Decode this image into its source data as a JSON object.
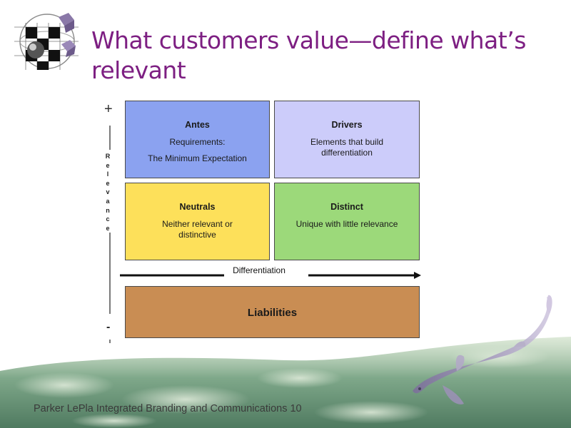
{
  "slide": {
    "title": "What customers value—define what’s relevant",
    "footer": "Parker LePla Integrated Branding and Communications 10"
  },
  "diagram": {
    "y_axis": {
      "label": "Relevance",
      "top_marker": "+",
      "bottom_marker": "-"
    },
    "x_axis": {
      "label": "Differentiation"
    },
    "quadrants": {
      "antes": {
        "heading": "Antes",
        "line1": "Requirements:",
        "line2": "The Minimum Expectation"
      },
      "drivers": {
        "heading": "Drivers",
        "text": "Elements that build\ndifferentiation"
      },
      "neutrals": {
        "heading": "Neutrals",
        "text": "Neither relevant or\ndistinctive"
      },
      "distinct": {
        "heading": "Distinct",
        "text": "Unique with little relevance"
      }
    },
    "liabilities": {
      "label": "Liabilities"
    }
  },
  "colors": {
    "title": "#7d1f82",
    "antes": "#8ba2f0",
    "drivers": "#ccccfa",
    "neutrals": "#fde05a",
    "distinct": "#9cd97a",
    "liabilities": "#c98d53"
  }
}
